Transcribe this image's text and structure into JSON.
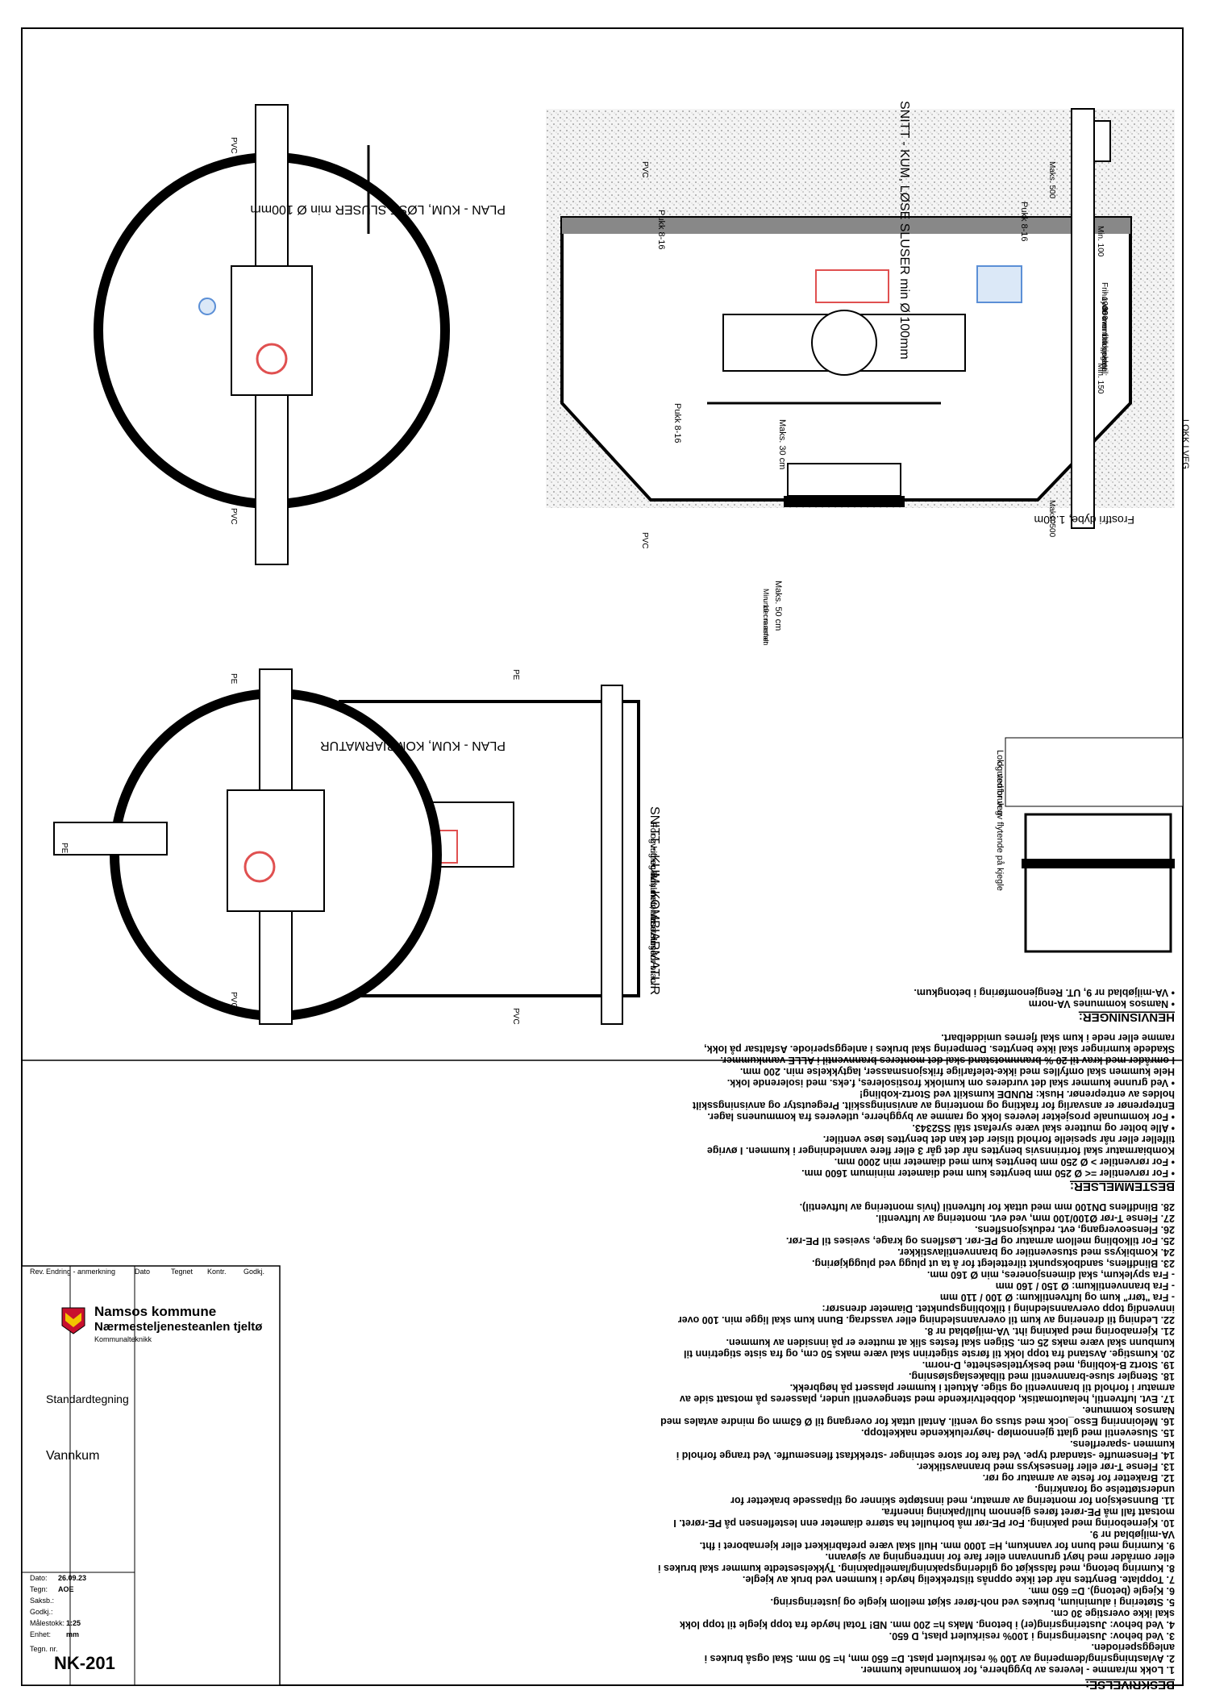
{
  "views": {
    "snitt_losse": {
      "title": "SNITT - KUM, LØSE SLUSER min Ø 100mm",
      "frostfri": "Frostfri dybe, 1.80m",
      "lokk_i_veg": "LOKK I VEG",
      "maks30": "Maks. 30 cm",
      "maks50": "Maks. 50 cm",
      "min10_1": "Min. 10 cm asfalt",
      "min10_2": "under rammen",
      "maks500a": "Maks. 500",
      "maks500b": "Maks. 500",
      "min100": "Min. 100",
      "min150": "Min. 150",
      "pukk1": "Pukk 8-16",
      "pukk2": "Pukk 8-16",
      "pukk3": "Pukk 8-16",
      "frihoyde1": "Frihøyde over brannventil:",
      "frihoyde2": "- 1000 mm til toppkote",
      "frihoyde3": "- 800 mm til kjegle",
      "pvc1": "PVC",
      "pvc2": "PVC"
    },
    "plan_losse": {
      "title": "PLAN - KUM, LØSE SLUSER min Ø 100mm",
      "pvc1": "PVC",
      "pvc2": "PVC"
    },
    "snitt_kombi": {
      "title": "SNITT - KUM, KOMBIARMATUR",
      "note1": "For øvrig er kumlelen, utrustning for brann",
      "note2": "og lufting lik kum for løse sluser.",
      "pe": "PE",
      "pvc": "PVC"
    },
    "plan_kombi": {
      "title": "PLAN - KUM, KOMBIARMATUR",
      "pe1": "PE",
      "pe2": "PE",
      "pvc": "PVC"
    },
    "detail": {
      "note1": "Lokk utenfor veg",
      "note2": "og ved bruk av flytende på kjegle"
    }
  },
  "beskrivelse_title": "BESKRIVELSE:",
  "beskrivelse": [
    "1.  Lokk m/ramme - leveres av byggherre, for kommunale kummer.",
    "2.  Avlastningsring/dempering av 100 % resirkulert plast. D= 650 mm, h= 50 mm. Skal også brukes i",
    "     anleggsperioden.",
    "3.  Ved behov: Justeringsring i 100% resirkulert plast, D 650.",
    "4.  Ved behov: Justeringsring(er) i betong. Maks h= 200 mm. NB! Total høyde fra topp kjegle til topp lokk",
    "     skal ikke overstige 30 cm.",
    "5.  Støtering i aluminium, brukes ved noh-fører skjøt mellom kjegle og justeringsring.",
    "6.  Kjegle (betong). D= 650 mm.",
    "7.  Topplate. Benyttes når det ikke oppnås tilstrekkelig høyde i kummen ved bruk av kjegle.",
    "8.  Kumring betong, med falsskjøt og glideringspakning/lamellpakning. Tykkelsestedte kummer skal brukes i",
    "     eller områder med høyt grunnvann eller fare for inntrengning av sjøvann.",
    "9.  Kumring med bunn for vannkum, H= 1000 mm. Hull skal være prefabrikkert eller kjernaboret i fht.",
    "     VA-miljøblad nr 9.",
    "10.  Kjerneboring med pakning. For PE-rør må borhullet ha større diameter enn lesteflensen på PE-røret. I",
    "     motsatt fall må PE-røret føres gjennom hull/pakning innenfra.",
    "11.  Bunnseksjon for montering av armatur, med innstøpte skinner og tilpassede braketter for",
    "     understøttelse og forankring.",
    "12.  Braketter for feste av armatur og rør.",
    "13.  Flense T-rør eller flenseskyss med brannavstikker.",
    "14.  Flensemuffe -standard type. Ved fare for store setninger -strekkfast flensemuffe. Ved trange forhold i",
    "     kummen -sparerflens.",
    "15.  Sluseventil med glatt gjennomløp -høyrelukkende nakkeltopp.",
    "16.  Meloinnring Esso_lock med stuss og ventil. Antall uttak for overgang til Ø 63mm og mindre avtales med",
    "     Namsos kommune.",
    "17.  Evt. luftventil, helautomatisk, dobbeltvirkende med stengeventil under, plasseres på motsatt side av",
    "     armatur i forhold til brannventil og stige. Aktuelt i kummer plassert på høgbrekk.",
    "18.  Stengler sluse-brannventil med tilbakeslagsløsning.",
    "19.  Stortz B-kobling, med beskyttelseshette, D-norm.",
    "20.  Kumstige. Avstand fra topp lokk til første stigetrinn skal være maks 50 cm, og fra siste stigetrinn til",
    "     kumbunn skal være maks 25 cm. Stigen skal festes slik at muttere er på innsiden av kummen.",
    "21.  Kjernaboring med pakning iht. VA-miljøblad nr 8.",
    "22.  Ledning til drenering av kum til overvannsledning eller vassdrag. Bunn kum skal ligge min. 100 over",
    "     innvendig topp overvannsledning i tilkoblingspunktet. Diameter drensrør:",
    "         -   Fra \"tørr\" kum og luftventilkum: Ø 100 / 110 mm",
    "         -   Fra brannventilkum: Ø 150 / 160 mm",
    "         -   Fra spylekum, skal dimensjoneres, min Ø 160 mm.",
    "23.  Blindflens, sandbokspunkt tilrettelegt for å ta ut plugg ved pluggkjøring.",
    "24.  Kombikyss med stuseventiler og brannventilavstikker.",
    "25.  For tilkobling mellom armatur og PE-rør. Løsflens og krage, sveises til PE-rør.",
    "26.  Flenseovergang, evt. reduksjonsflens.",
    "27.  Flense T-rør Ø100/100 mm, ved evt. montering av luftventil.",
    "28.  Blindflens DN100 mm med uttak for luftventil (hvis montering av luftventil)."
  ],
  "bestemmelser_title": "BESTEMMELSER:",
  "bestemmelser": [
    "•  For rørventiler =< Ø 250 mm benyttes kum med diameter minimum 1600 mm.",
    "•  For rørventiler > Ø 250 mm benyttes kum med diameter min 2000 mm.",
    "    Kombiarmatur skal fortrinnsvis benyttes når det går 3 eller flere vannledninger i kummen. I øvrige",
    "    tilfeller eller når spesielle forhold tilsier det kan det benyttes løse ventiler.",
    "•  Alle bolter og muttere skal være syrefast stål SS2343.",
    "•  For kommunale prosjekter leveres lokk og ramme av byggherre, utleveres fra kommunens lager.",
    "    Entreprenør er ansvarlig for frakting og montering av anvisningsskilt. Pregeutstyr og anvisningsskilt",
    "    holdes av entreprenør. Husk: RUNDE kumskilt ved Stortz-kobling!",
    "•  Ved grunne kummer skal det vurderes om kumlokk frostisoleres, f.eks. med isolerende lokk.",
    "    Hele kummen skal omfylles med ikke-telefarlige friksjonsmasser, lagtykkelse min. 200 mm.",
    "    I områder med krav til 20 % brannmotstand skal det monteres brannventil i ALLE vannkummer.",
    "    Skadede kumringer skal ikke benyttes. Dempering skal brukes i anleggsperiode. Asfaltsar på lokk,",
    "    ramme eller nede i kum skal fjernes umiddelbart."
  ],
  "henvisninger_title": "HENVISNINGER:",
  "henvisninger": [
    "•  Namsos kommunes VA-norm",
    "•  VA-miljøblad nr 9, UT. Rengjenomføring i betongkum."
  ],
  "titleblock": {
    "rev": "Rev.",
    "endring": "Endring - anmerkning",
    "dato": "Dato",
    "tegnet": "Tegnet",
    "kontr": "Kontr.",
    "godkj": "Godkj.",
    "org1": "Namsos kommune",
    "org2": "Nærmesteljenesteanlen tjeltø",
    "org3": "Kommunalteknikk",
    "kind": "Standardtegning",
    "name": "Vannkum",
    "dato_label": "Dato:",
    "dato_value": "26.09.23",
    "tegn_label": "Tegn:",
    "tegn_value": "AOE",
    "saksb_label": "Saksb.:",
    "godkj_label": "Godkj.:",
    "malestokk_label": "Målestokk:",
    "malestokk_value": "1:25",
    "enhet_label": "Enhet:",
    "enhet_value": "mm",
    "tegnnr_label": "Tegn. nr.",
    "tegnnr_value": "NK-201"
  },
  "colors": {
    "line": "#000000",
    "highlight": "#e05050",
    "accent": "#5b8fd6",
    "soil": "#bdbdbd"
  }
}
